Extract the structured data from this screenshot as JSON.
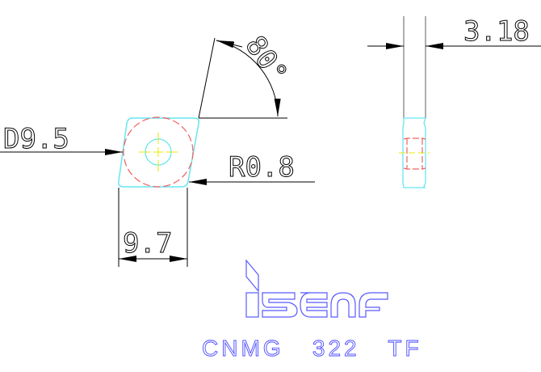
{
  "dimensions": {
    "angle": "80°",
    "inscribed_diameter": "D9.5",
    "corner_radius": "R0.8",
    "edge_length": "9.7",
    "thickness": "3.18"
  },
  "logo": "iscar",
  "designation": "CNMG   322   TF",
  "colors": {
    "outline": "#66e6f0",
    "hidden": "#f06060",
    "centerline": "#e8e800",
    "dimension": "#000000",
    "brand": "#4a4aff"
  }
}
